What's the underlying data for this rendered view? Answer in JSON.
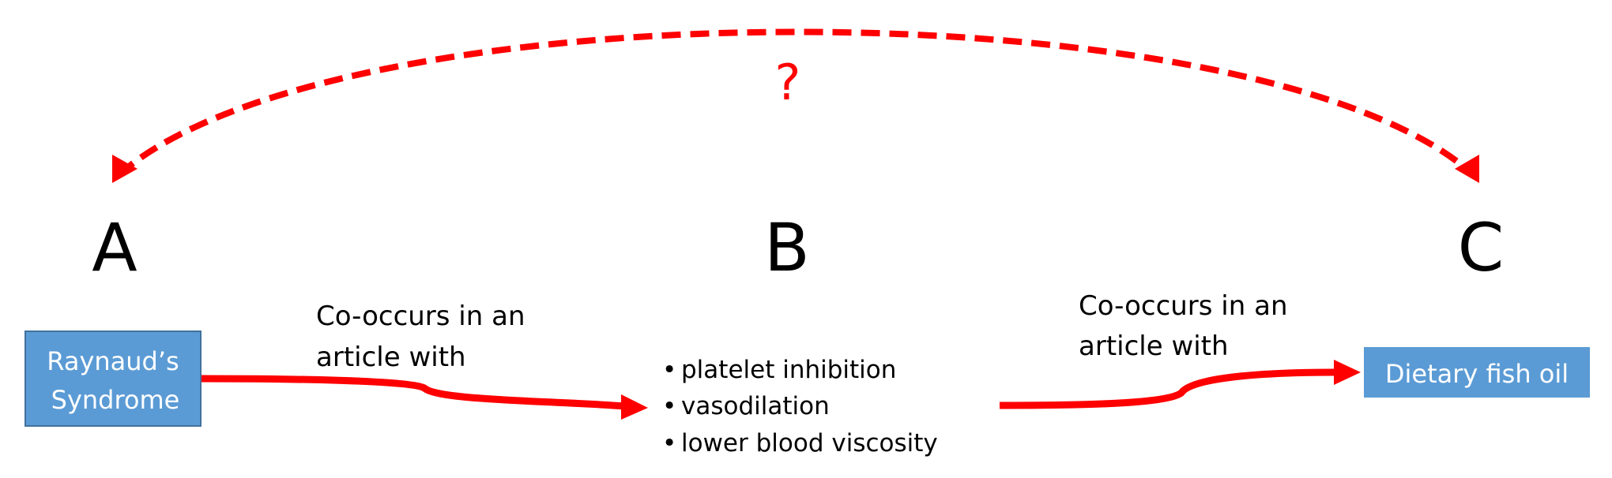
{
  "colors": {
    "arrow": "#ff0000",
    "box_fill": "#5b9bd5",
    "box_border": "#41719c",
    "text": "#000000",
    "box_text": "#ffffff"
  },
  "top_link": {
    "label": "?",
    "style": "dashed-double-arrow"
  },
  "nodes": {
    "a": {
      "letter": "A",
      "concept_lines": [
        "Raynaud’s",
        "Syndrome"
      ]
    },
    "b": {
      "letter": "B",
      "items": [
        "platelet inhibition",
        "vasodilation",
        "lower blood viscosity"
      ]
    },
    "c": {
      "letter": "C",
      "concept": "Dietary fish oil"
    }
  },
  "edges": {
    "a_to_b": {
      "label_lines": [
        "Co-occurs in an",
        "article with"
      ]
    },
    "b_to_c": {
      "label_lines": [
        "Co-occurs in an",
        "article with"
      ]
    }
  }
}
